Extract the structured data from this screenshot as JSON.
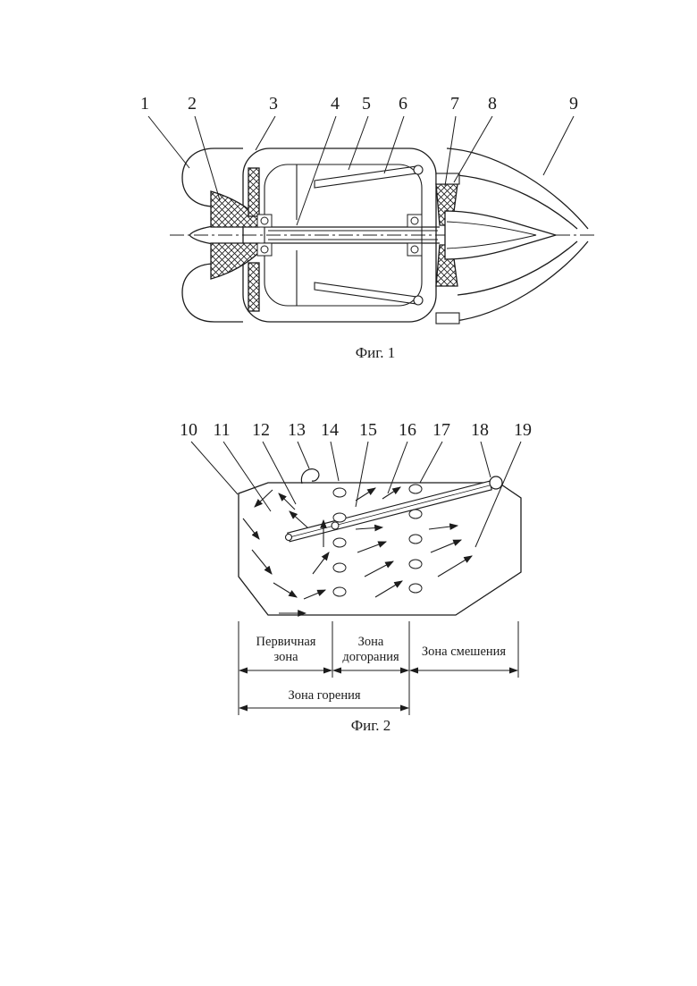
{
  "page": {
    "paper_color": "#ffffff",
    "ink_color": "#1c1c1c",
    "description": "Patent drawing, two figures of a gas turbine engine and its combustion chamber"
  },
  "fig1": {
    "caption": "Фиг. 1",
    "callouts": [
      "1",
      "2",
      "3",
      "4",
      "5",
      "6",
      "7",
      "8",
      "9"
    ]
  },
  "fig2": {
    "caption": "Фиг. 2",
    "callouts": [
      "10",
      "11",
      "12",
      "13",
      "14",
      "15",
      "16",
      "17",
      "18",
      "19"
    ],
    "zone_labels": {
      "primary_l1": "Первичная",
      "primary_l2": "зона",
      "afterburn_l1": "Зона",
      "afterburn_l2": "догорания",
      "mixing": "Зона смешения",
      "combustion": "Зона горения"
    }
  }
}
